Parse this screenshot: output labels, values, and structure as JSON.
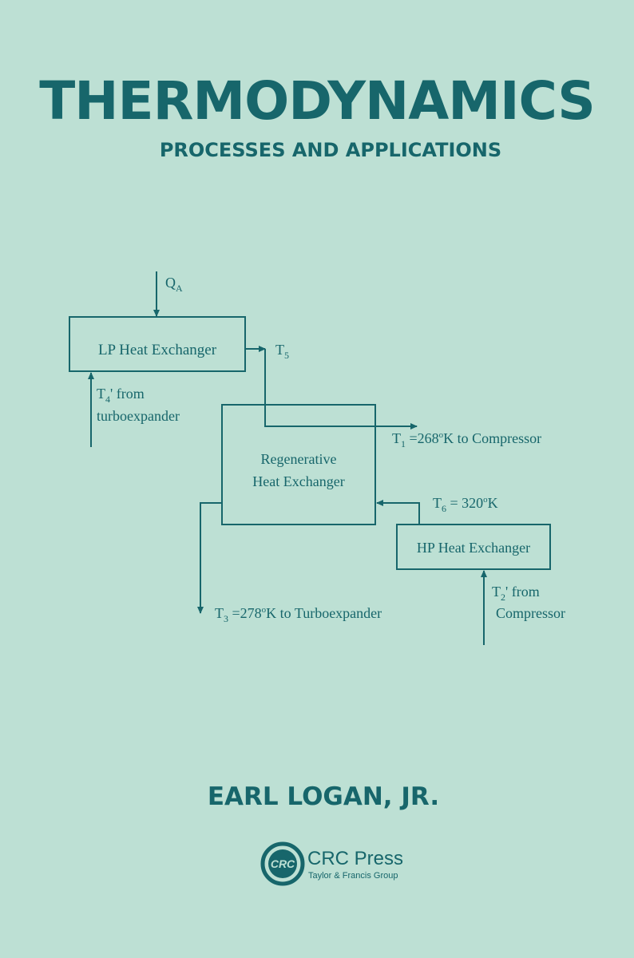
{
  "cover": {
    "title": "THERMODYNAMICS",
    "subtitle": "PROCESSES AND APPLICATIONS",
    "author": "EARL LOGAN, JR."
  },
  "diagram": {
    "qa": "Q",
    "qa_sub": "A",
    "lp_box": "LP Heat Exchanger",
    "t5": "T",
    "t5_sub": "5",
    "t4_line1_pre": "T",
    "t4_sub": "4",
    "t4_line1_post": "' from",
    "t4_line2": "turboexpander",
    "regen_line1": "Regenerative",
    "regen_line2": "Heat Exchanger",
    "t1_pre": "T",
    "t1_sub": "1",
    "t1_mid": " =268",
    "t1_sup": "o",
    "t1_post": "K to Compressor",
    "t6_pre": "T",
    "t6_sub": "6",
    "t6_mid": " = 320",
    "t6_sup": "o",
    "t6_post": "K",
    "hp_box": "HP Heat Exchanger",
    "t2_line1_pre": "T",
    "t2_sub": "2",
    "t2_line1_post": "' from",
    "t2_line2": "Compressor",
    "t3_pre": "T",
    "t3_sub": "3",
    "t3_mid": " =278",
    "t3_sup": "o",
    "t3_post": "K to Turboexpander"
  },
  "publisher": {
    "logo_text": "CRC",
    "name": "CRC Press",
    "group": "Taylor & Francis Group"
  },
  "colors": {
    "background": "#bde0d4",
    "ink": "#17666b"
  }
}
